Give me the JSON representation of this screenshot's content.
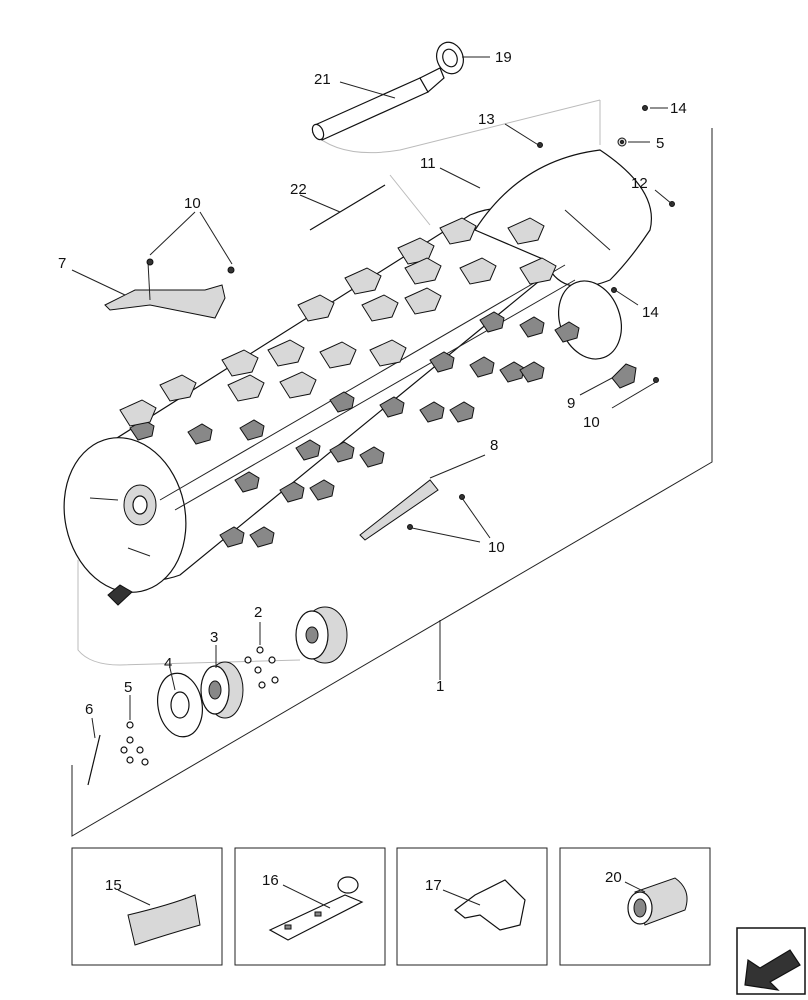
{
  "callouts": {
    "c1": "1",
    "c2": "2",
    "c3": "3",
    "c4": "4",
    "c5a": "5",
    "c5b": "5",
    "c6": "6",
    "c7": "7",
    "c8": "8",
    "c9": "9",
    "c10a": "10",
    "c10b": "10",
    "c10c": "10",
    "c11": "11",
    "c12": "12",
    "c13": "13",
    "c14a": "14",
    "c14b": "14",
    "c15": "15",
    "c16": "16",
    "c17": "17",
    "c19": "19",
    "c20": "20",
    "c21": "21",
    "c22": "22"
  },
  "nav": {
    "icon": "arrow-down-left-icon"
  }
}
